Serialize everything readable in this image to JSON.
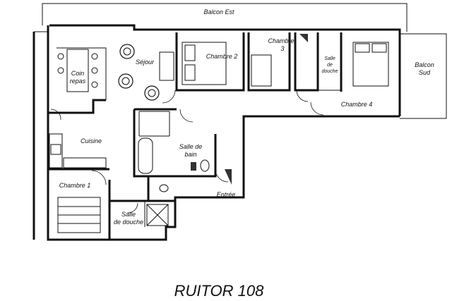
{
  "plan": {
    "title": "RUITOR 108",
    "rooms": {
      "balcon_est": "Balcon Est",
      "balcon_sud_1": "Balcon",
      "balcon_sud_2": "Sud",
      "sejour": "Séjour",
      "coin_repas_1": "Coin",
      "coin_repas_2": "repas",
      "chambre2": "Chambre 2",
      "chambre3_1": "Chambre",
      "chambre3_2": "3",
      "salle_douche_small_1": "Salle",
      "salle_douche_small_2": "de",
      "salle_douche_small_3": "douche",
      "chambre4": "Chambre 4",
      "cuisine": "Cuisine",
      "salle_bain_1": "Salle de",
      "salle_bain_2": "bain",
      "entree": "Entrée",
      "chambre1": "Chambre 1",
      "salle_douche_1": "Salle",
      "salle_douche_2": "de douche"
    }
  }
}
